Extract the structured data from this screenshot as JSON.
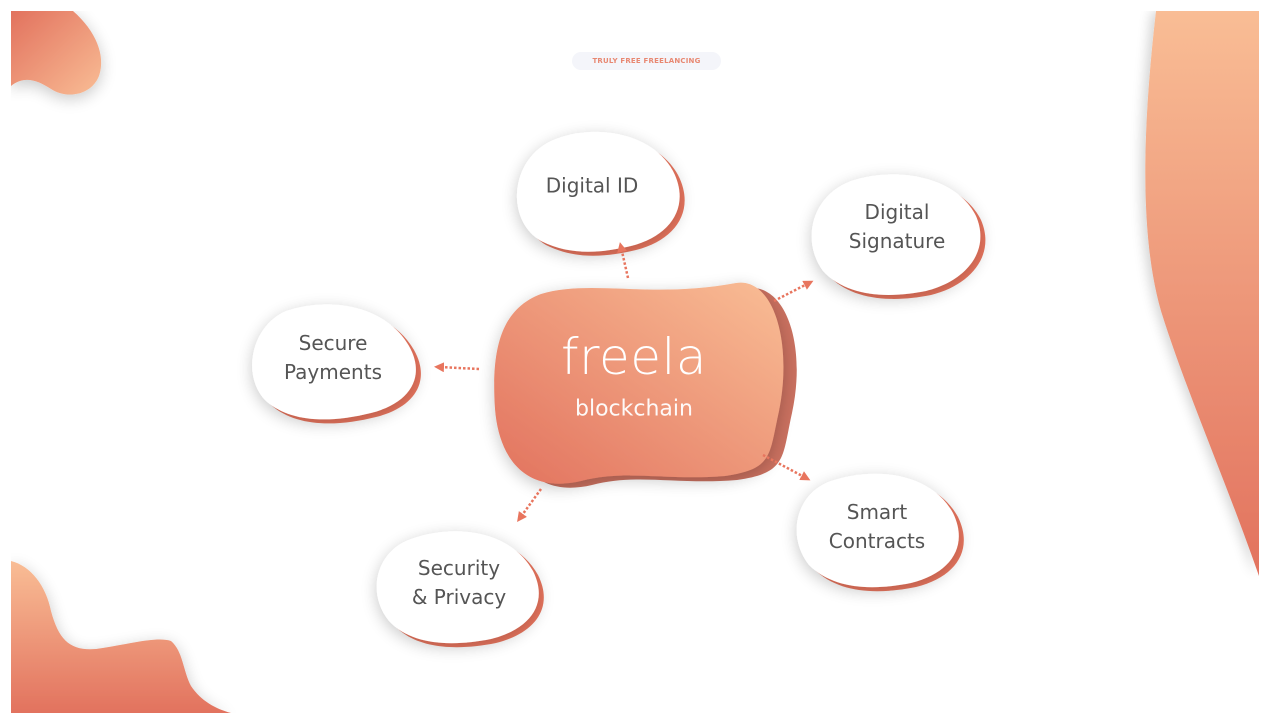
{
  "header": {
    "tagline": "TRULY FREE FREELANCING"
  },
  "center": {
    "title": "freela",
    "subtitle": "blockchain",
    "gradient_start": "#e2725e",
    "gradient_end": "#f9bd95"
  },
  "nodes": [
    {
      "id": "digital-id",
      "line1": "Digital ID",
      "line2": ""
    },
    {
      "id": "digital-signature",
      "line1": "Digital",
      "line2": "Signature"
    },
    {
      "id": "secure-payments",
      "line1": "Secure",
      "line2": "Payments"
    },
    {
      "id": "security-privacy",
      "line1": "Security",
      "line2": "& Privacy"
    },
    {
      "id": "smart-contracts",
      "line1": "Smart",
      "line2": "Contracts"
    }
  ],
  "colors": {
    "accent": "#e8755e",
    "text": "#555555",
    "pill_bg": "#f4f5fa",
    "pill_text": "#e88872"
  }
}
